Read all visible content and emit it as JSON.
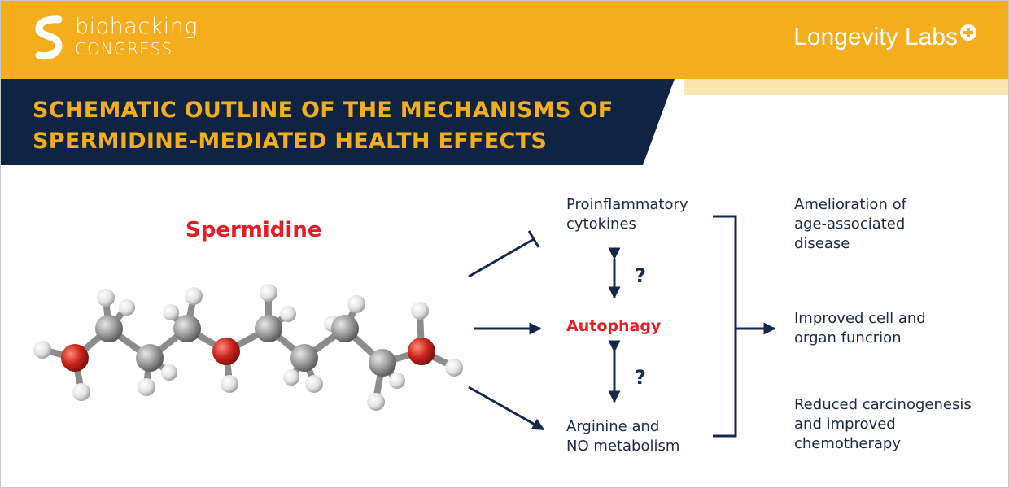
{
  "header": {
    "brand_line1": "biohacking",
    "brand_line2": "CONGRESS",
    "partner": "Longevity Labs",
    "partner_icon": "plus-circle-icon",
    "background_color": "#f4ad1c"
  },
  "title_band": {
    "line1": "SCHEMATIC OUTLINE OF THE MECHANISMS OF",
    "line2": "SPERMIDINE-MEDIATED HEALTH EFFECTS",
    "background_color": "#0f2342",
    "text_color": "#f4ad1c"
  },
  "molecule": {
    "name": "Spermidine",
    "name_color": "#e31e24"
  },
  "mechanisms": {
    "top_line1": "Proinflammatory",
    "top_line2": "cytokines",
    "center": "Autophagy",
    "bottom_line1": "Arginine and",
    "bottom_line2": "NO metabolism",
    "question_mark_top": "?",
    "question_mark_bottom": "?"
  },
  "effects": {
    "effect1_line1": "Amelioration of",
    "effect1_line2": "age-associated",
    "effect1_line3": "disease",
    "effect2_line1": "Improved cell and",
    "effect2_line2": "organ funcrion",
    "effect3_line1": "Reduced carcinogenesis",
    "effect3_line2": "and improved",
    "effect3_line3": "chemotherapy"
  },
  "colors": {
    "arrow": "#15284a",
    "atom_carbon": "#9a9a9a",
    "atom_nitrogen": "#c8221c",
    "atom_hydrogen": "#e6e6e6"
  }
}
